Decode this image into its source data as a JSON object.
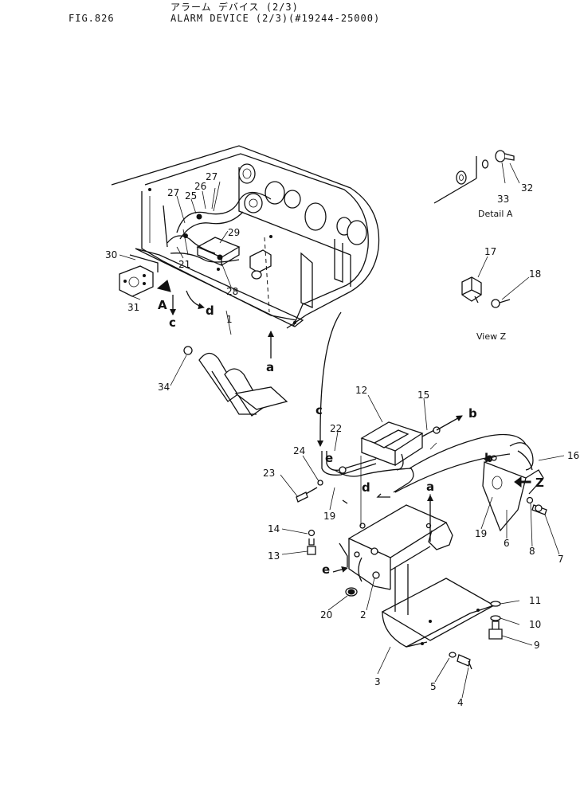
{
  "header": {
    "fig_no": "FIG.826",
    "title_jp": "アラーム デバイス (2/3)",
    "title_en": "ALARM DEVICE (2/3)(#19244-25000)"
  },
  "captions": {
    "detail_a": "Detail A",
    "view_z": "View Z"
  },
  "arrow_labels": {
    "a1": "a",
    "a2": "a",
    "b1": "b",
    "b2": "b",
    "c1": "c",
    "c2": "c",
    "d1": "d",
    "d2": "d",
    "e1": "e",
    "e2": "e",
    "A": "A",
    "Z": "Z"
  },
  "callouts": {
    "p1": "1",
    "p2": "2",
    "p3": "3",
    "p4": "4",
    "p5": "5",
    "p6": "6",
    "p7": "7",
    "p8": "8",
    "p9": "9",
    "p10": "10",
    "p11": "11",
    "p12": "12",
    "p13": "13",
    "p14": "14",
    "p15": "15",
    "p16": "16",
    "p17": "17",
    "p18": "18",
    "p19a": "19",
    "p19b": "19",
    "p20": "20",
    "p21": "21",
    "p22": "22",
    "p23": "23",
    "p24": "24",
    "p25": "25",
    "p26": "26",
    "p27a": "27",
    "p27b": "27",
    "p28": "28",
    "p29": "29",
    "p30": "30",
    "p31": "31",
    "p32": "32",
    "p33": "33",
    "p34": "34"
  }
}
